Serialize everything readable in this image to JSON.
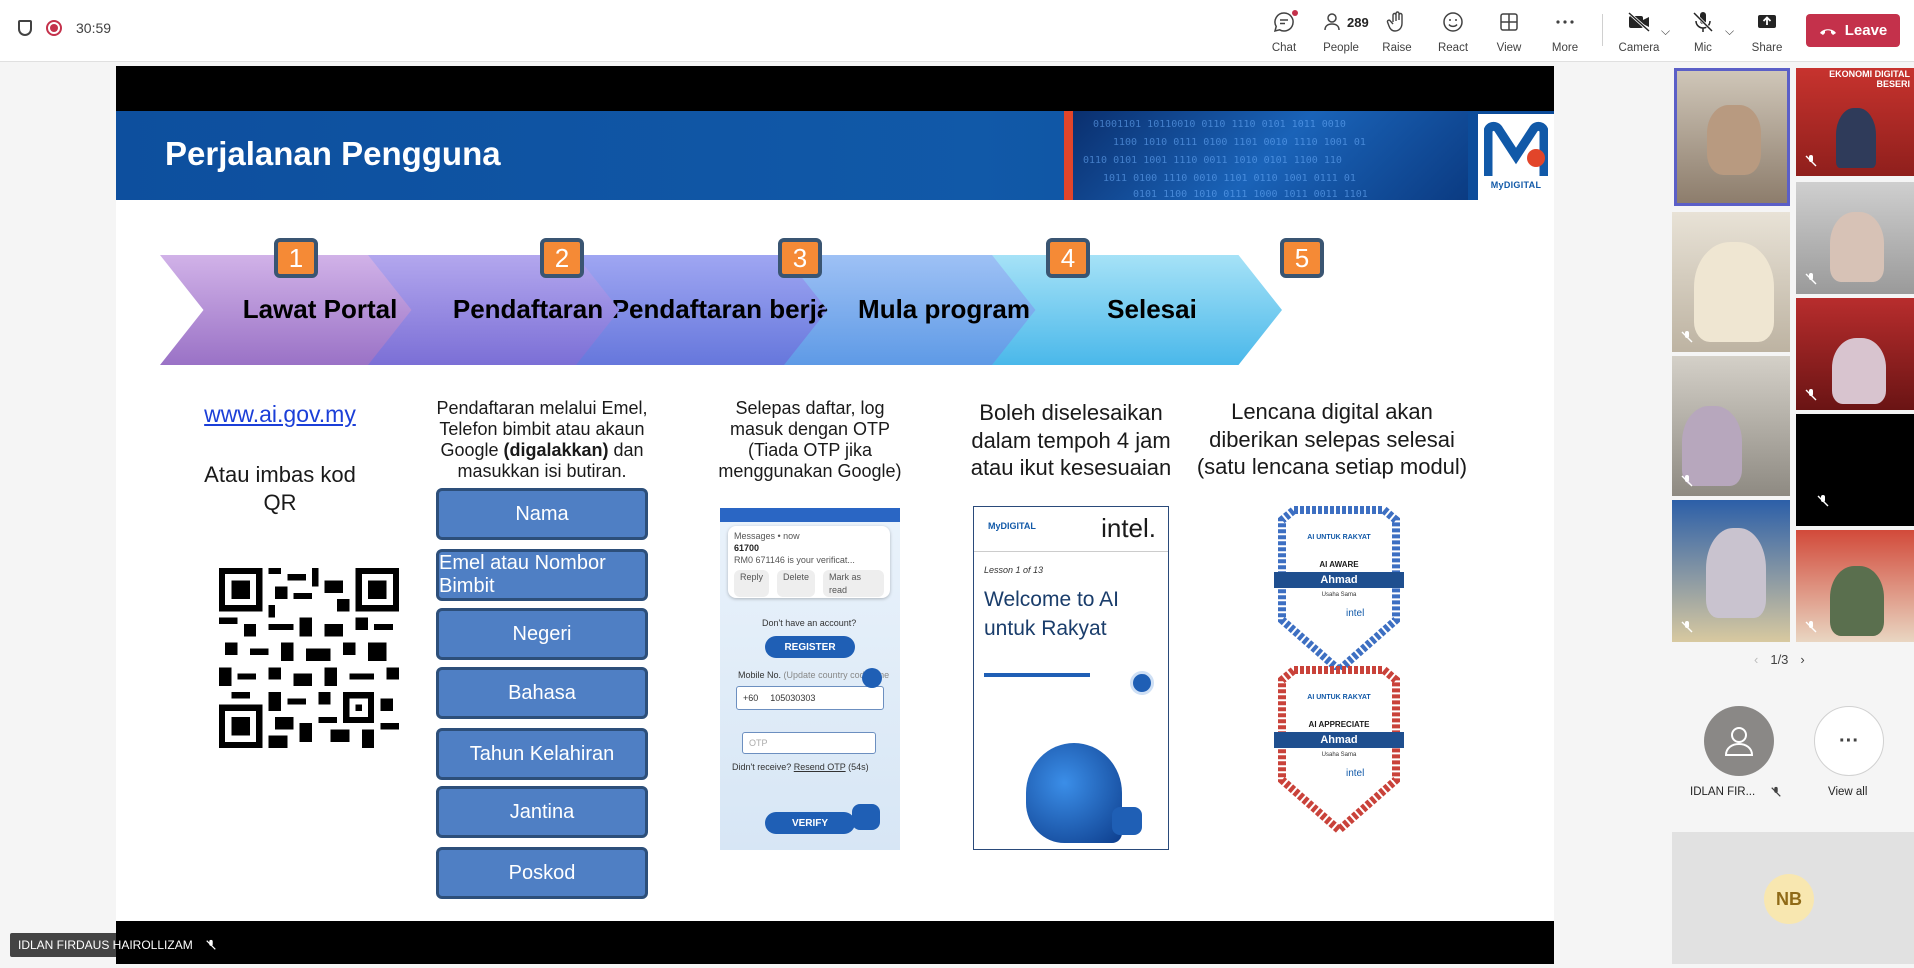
{
  "meeting": {
    "timer": "30:59",
    "colors": {
      "leave": "#c4314b",
      "accent": "#5b5fc7",
      "slide_blue": "#1159a8",
      "orange": "#f58a36"
    }
  },
  "toolbar": {
    "chat": "Chat",
    "people_count": "289",
    "people": "People",
    "raise": "Raise",
    "react": "React",
    "view": "View",
    "more": "More",
    "camera": "Camera",
    "mic": "Mic",
    "share": "Share",
    "leave": "Leave",
    "icons": [
      "chat-icon",
      "people-icon",
      "raise-hand-icon",
      "react-icon",
      "view-icon",
      "more-icon",
      "camera-off-icon",
      "mic-off-icon",
      "share-icon",
      "phone-hangup-icon"
    ]
  },
  "slide": {
    "title": "Perjalanan Pengguna",
    "logo_text": "MyDIGITAL",
    "steps": [
      {
        "num": "1",
        "label": "Lawat Portal"
      },
      {
        "num": "2",
        "label": "Pendaftaran"
      },
      {
        "num": "3",
        "label": "Pendaftaran berjaya"
      },
      {
        "num": "4",
        "label": "Mula program"
      },
      {
        "num": "5",
        "label": "Selesai"
      }
    ],
    "col1": {
      "link": "www.ai.gov.my",
      "qr_text": "Atau imbas kod QR"
    },
    "col2": {
      "desc_a": "Pendaftaran melalui Emel, Telefon bimbit atau akaun Google ",
      "desc_bold": "(digalakkan)",
      "desc_b": " dan masukkan isi butiran.",
      "fields": [
        "Nama",
        "Emel atau Nombor Bimbit",
        "Negeri",
        "Bahasa",
        "Tahun Kelahiran",
        "Jantina",
        "Poskod"
      ]
    },
    "col3": {
      "desc": "Selepas daftar, log masuk dengan OTP (Tiada OTP jika menggunakan Google)",
      "phone": {
        "notif_app": "Messages • now",
        "notif_sender": "61700",
        "notif_body": "RM0 671146 is your verificat...",
        "reply": "Reply",
        "delete": "Delete",
        "mark_read": "Mark as read",
        "no_account": "Don't have an account?",
        "register": "REGISTER",
        "mobile_label": "Mobile No.",
        "mobile_hint": "(Update country code if ne",
        "country_code": "+60",
        "mobile_value": "105030303",
        "otp_placeholder": "OTP",
        "resend_a": "Didn't receive? ",
        "resend_link": "Resend OTP",
        "resend_b": " (54s)",
        "verify": "VERIFY"
      }
    },
    "col4": {
      "desc": "Boleh diselesaikan dalam tempoh 4 jam atau ikut kesesuaian",
      "card": {
        "brand": "MyDIGITAL",
        "intel": "intel.",
        "lesson": "Lesson 1 of 13",
        "title": "Welcome to AI untuk Rakyat"
      }
    },
    "col5": {
      "desc": "Lencana digital akan diberikan selepas selesai (satu lencana setiap modul)",
      "badges": [
        {
          "program": "AI UNTUK RAKYAT",
          "level": "AI AWARE",
          "name": "Ahmad",
          "sub": "Usaha Sama",
          "intel": "intel"
        },
        {
          "program": "AI UNTUK RAKYAT",
          "level": "AI APPRECIATE",
          "name": "Ahmad",
          "sub": "Usaha Sama",
          "intel": "intel"
        }
      ]
    }
  },
  "gallery": {
    "tile_label": "EKONOMI DIGITAL BESERI",
    "pager": "1/3",
    "participant_name": "IDLAN FIR...",
    "view_all": "View all",
    "nb_initials": "NB"
  },
  "presenter_name": "IDLAN FIRDAUS HAIROLLIZAM"
}
